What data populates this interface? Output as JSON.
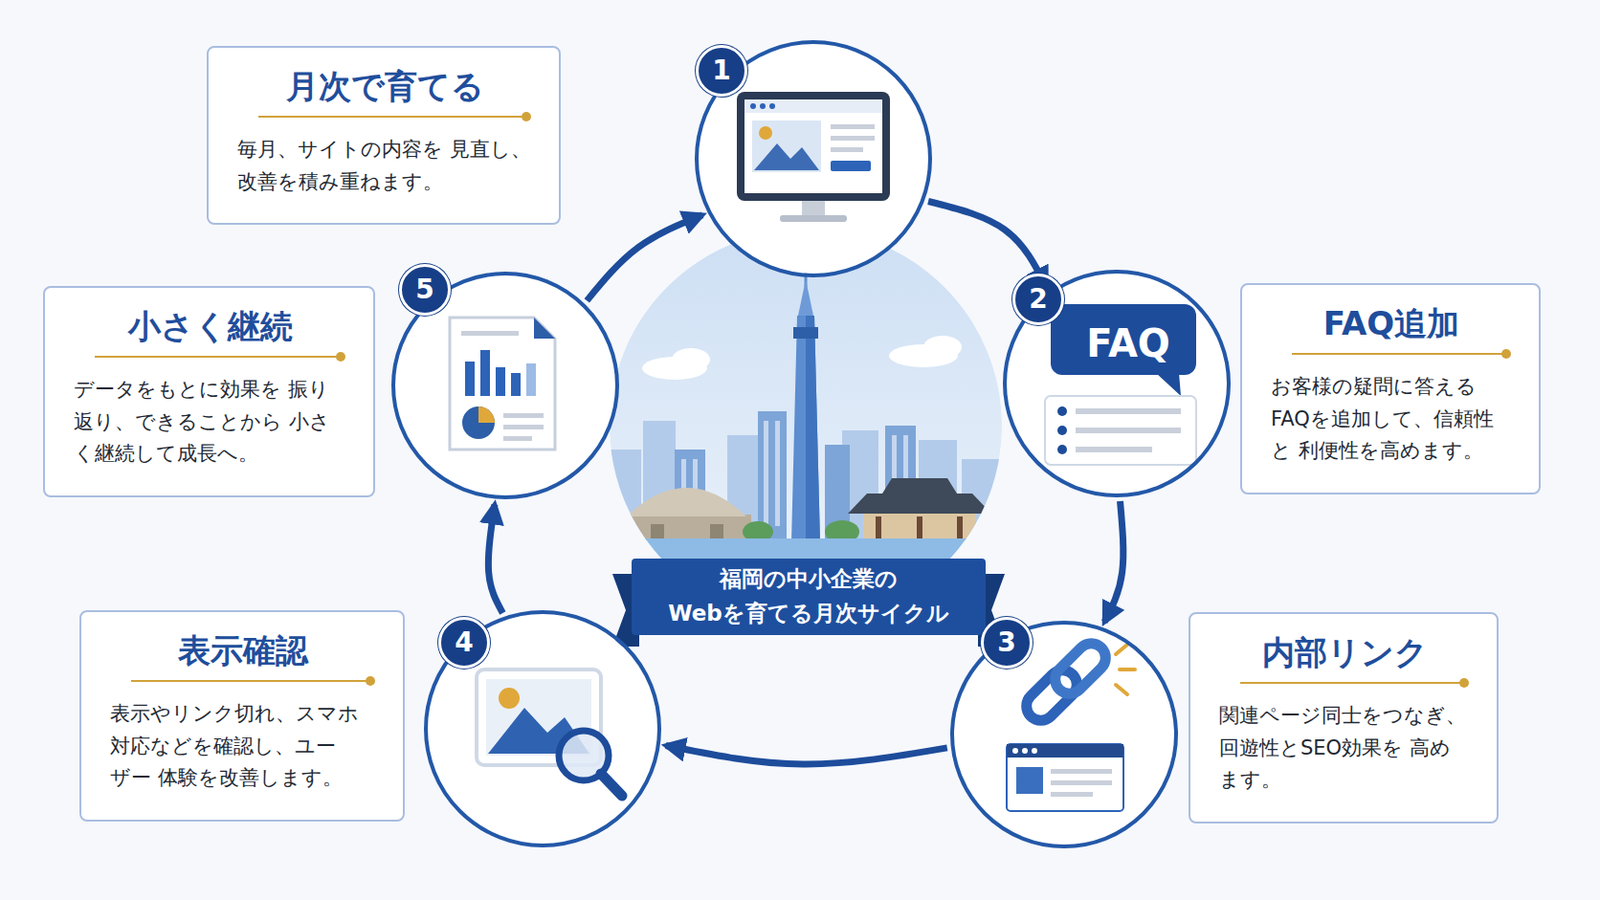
{
  "diagram": {
    "title": "福岡の中小企業の Webを育てる月次サイクル",
    "nodes": [
      {
        "text": [
          "1"
        ]
      },
      {
        "text": [
          "月次で育てる",
          "毎月、サイトの内容を 見直し、改善を積み重ねます。"
        ]
      },
      {
        "text": [
          "2",
          "FAQ"
        ]
      },
      {
        "text": [
          "FAQ追加",
          "お客様の疑問に答える FAQを追加して、信頼性と 利便性を高めます。"
        ]
      },
      {
        "text": [
          "3"
        ]
      },
      {
        "text": [
          "内部リンク",
          "関連ページ同士をつなぎ、 回遊性とSEO効果を 高めます。"
        ]
      },
      {
        "text": [
          "4"
        ]
      },
      {
        "text": [
          "表示確認",
          "表示やリンク切れ、スマホ 対応などを確認し、ユーザー 体験を改善します。"
        ]
      },
      {
        "text": [
          "5"
        ]
      },
      {
        "text": [
          "小さく継続",
          "データをもとに効果を 振り返り、できることから 小さく継続して成長へ。"
        ]
      }
    ],
    "edges": [
      {
        "from": 0,
        "to": 2,
        "arrow": "to"
      },
      {
        "from": 2,
        "to": 4,
        "arrow": "to"
      },
      {
        "from": 4,
        "to": 6,
        "arrow": "to"
      },
      {
        "from": 6,
        "to": 8,
        "arrow": "to"
      },
      {
        "from": 8,
        "to": 0,
        "arrow": "to"
      }
    ]
  }
}
